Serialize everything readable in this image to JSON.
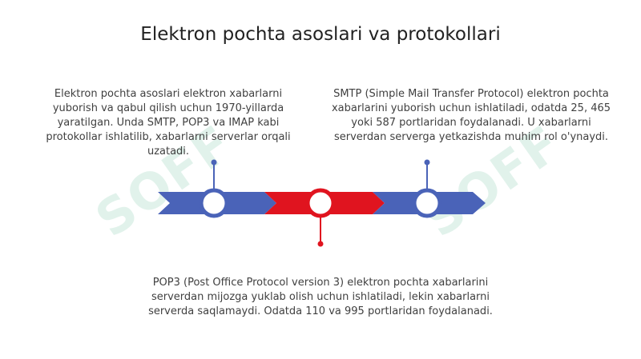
{
  "title": "Elektron pochta asoslari va protokollari",
  "blocks": [
    {
      "text": "Elektron pochta asoslari elektron xabarlarni yuborish va qabul qilish uchun 1970-yillarda yaratilgan. Unda SMTP, POP3 va IMAP kabi protokollar ishlatilib, xabarlarni serverlar orqali uzatadi."
    },
    {
      "text": "SMTP (Simple Mail Transfer Protocol) elektron pochta xabarlarini yuborish uchun ishlatiladi, odatda 25, 465 yoki 587 portlaridan foydalanadi. U xabarlarni serverdan serverga yetkazishda muhim rol o'ynaydi."
    },
    {
      "text": "POP3 (Post Office Protocol version 3) elektron pochta xabarlarini serverdan mijozga yuklab olish uchun ishlatiladi, lekin xabarlarni serverda saqlamaydi. Odatda 110 va 995 portlaridan foydalanadi."
    }
  ],
  "watermark": "SOFF",
  "colors": {
    "blue": "#4a63b8",
    "red": "#e0141f",
    "pin_blue": "#4a63b8",
    "pin_red": "#e0141f"
  }
}
